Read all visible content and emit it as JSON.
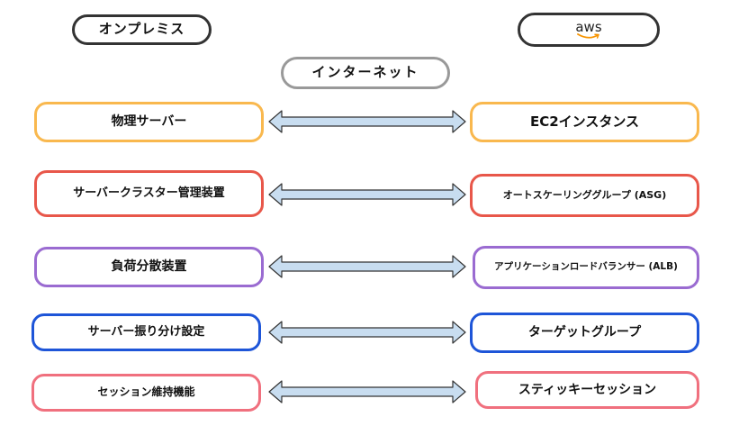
{
  "headers": {
    "onprem": "オンプレミス",
    "aws_logo_text": "aws",
    "internet": "インターネット"
  },
  "rows": [
    {
      "left": "物理サーバー",
      "right": "EC2インスタンス",
      "left_color": "#F9B84E",
      "right_color": "#F9B84E"
    },
    {
      "left": "サーバークラスター管理装置",
      "right": "オートスケーリンググループ (ASG)",
      "left_color": "#E8574A",
      "right_color": "#E8574A"
    },
    {
      "left": "負荷分散装置",
      "right": "アプリケーションロードバランサー (ALB)",
      "left_color": "#9A6BD1",
      "right_color": "#9A6BD1"
    },
    {
      "left": "サーバー振り分け設定",
      "right": "ターゲットグループ",
      "left_color": "#1E55D8",
      "right_color": "#1E55D8"
    },
    {
      "left": "セッション維持機能",
      "right": "スティッキーセッション",
      "left_color": "#F0707E",
      "right_color": "#F0707E"
    }
  ],
  "colors": {
    "arrow_fill": "#C8DDF0",
    "arrow_stroke": "#333333",
    "header_border": "#333333",
    "internet_border": "#999999",
    "aws_smile": "#F79400"
  }
}
